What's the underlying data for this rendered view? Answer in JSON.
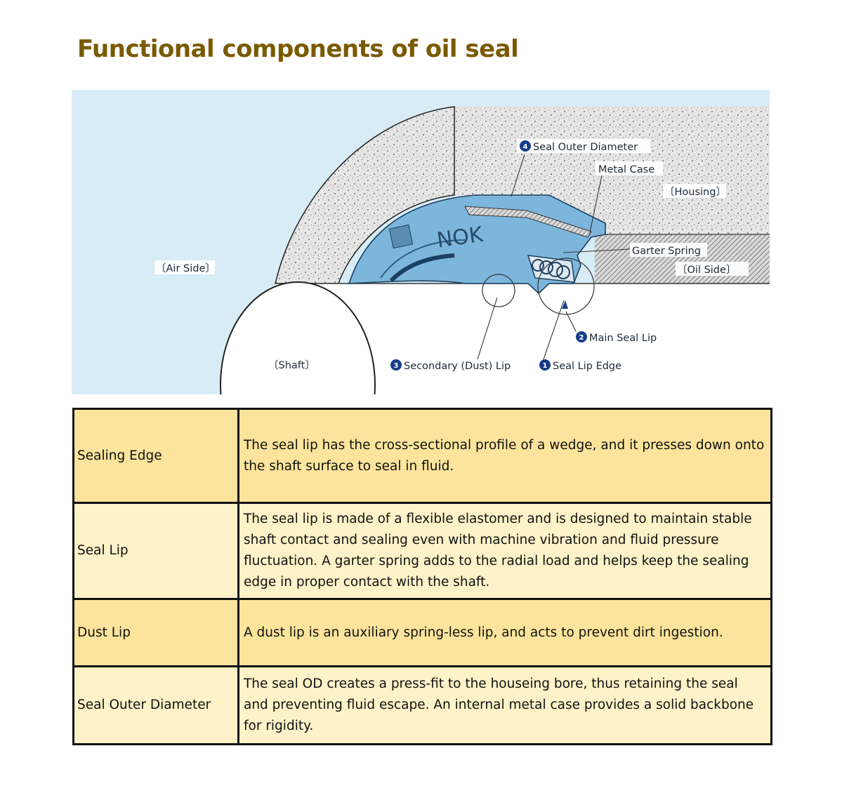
{
  "title": "Functional components of oil seal",
  "colors": {
    "title": "#7a5a00",
    "sky": "#d8ecf5",
    "seal_blue": "#7cb6dc",
    "housing_fill": "#e9e9e9",
    "row_dark": "#fde49c",
    "row_light": "#fef2c8",
    "badge": "#173c8a"
  },
  "diagram": {
    "logo_text": "NOK",
    "labels": {
      "seal_outer_diameter": "Seal Outer Diameter",
      "seal_outer_diameter_num": "4",
      "metal_case": "Metal Case",
      "housing": "〔Housing〕",
      "garter_spring": "Garter Spring",
      "oil_side": "〔Oil Side〕",
      "air_side": "〔Air Side〕",
      "main_seal_lip": "Main Seal Lip",
      "main_seal_lip_num": "2",
      "shaft": "〔Shaft〕",
      "secondary_lip": "Secondary (Dust) Lip",
      "secondary_lip_num": "3",
      "seal_lip_edge": "Seal Lip Edge",
      "seal_lip_edge_num": "1"
    }
  },
  "table": {
    "rows": [
      {
        "name": "Sealing Edge",
        "description": "The seal lip has the cross-sectional profile of a wedge, and it presses down onto the shaft surface to seal in fluid."
      },
      {
        "name": "Seal Lip",
        "description": "The seal lip is made of a flexible elastomer and is designed to maintain stable shaft contact and sealing even with machine vibration and fluid pressure fluctuation. A garter spring adds to the radial load and helps keep the sealing edge in proper contact with the shaft."
      },
      {
        "name": "Dust Lip",
        "description": "A dust lip is an auxiliary spring-less lip, and acts to prevent dirt ingestion."
      },
      {
        "name": "Seal Outer Diameter",
        "description": "The seal OD creates a press-fit to the houseing bore, thus retaining the seal and preventing fluid escape. An internal metal case provides a solid backbone for rigidity."
      }
    ]
  }
}
